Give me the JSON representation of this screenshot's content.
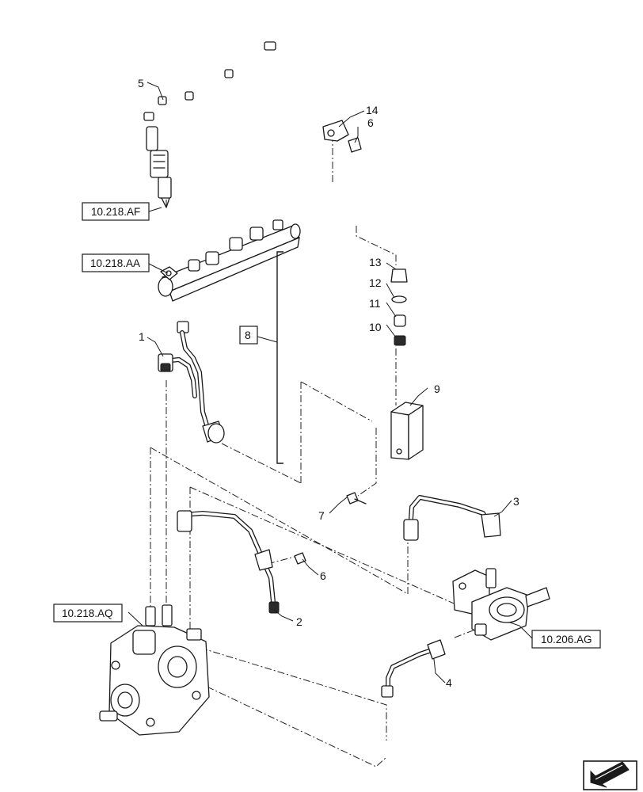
{
  "diagram": {
    "refs": {
      "injector": "10.218.AF",
      "rail": "10.218.AA",
      "pump": "10.218.AQ",
      "filter": "10.206.AG"
    },
    "callouts": {
      "c1": "1",
      "c2": "2",
      "c3": "3",
      "c4": "4",
      "c5": "5",
      "c6a": "6",
      "c6b": "6",
      "c7": "7",
      "c8": "8",
      "c9": "9",
      "c10": "10",
      "c11": "11",
      "c12": "12",
      "c13": "13",
      "c14": "14"
    },
    "colors": {
      "ink": "#1a1a1a",
      "paper": "#ffffff"
    },
    "icons": [
      "corner-navigation-arrow-icon"
    ]
  }
}
